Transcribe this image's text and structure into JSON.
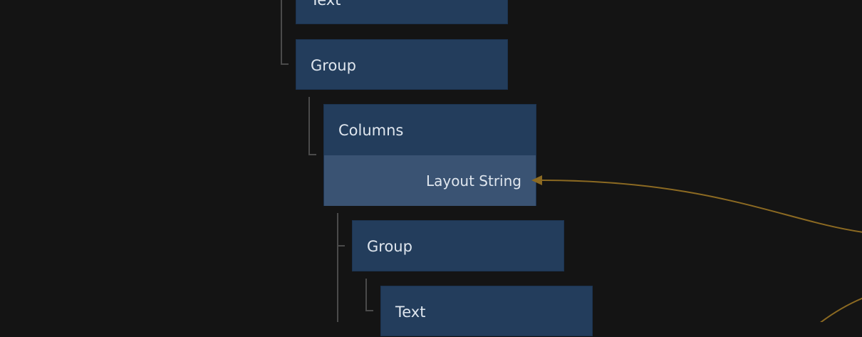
{
  "nodes": [
    {
      "title": "Text"
    },
    {
      "title": "Group"
    },
    {
      "title": "Columns",
      "socket": "Layout String"
    },
    {
      "title": "Group"
    },
    {
      "title": "Text"
    }
  ],
  "colors": {
    "background": "#141414",
    "node": "#233d5c",
    "socket_row": "#3a5373",
    "wire": "#8c6a22",
    "connector": "#4a4a4a"
  }
}
